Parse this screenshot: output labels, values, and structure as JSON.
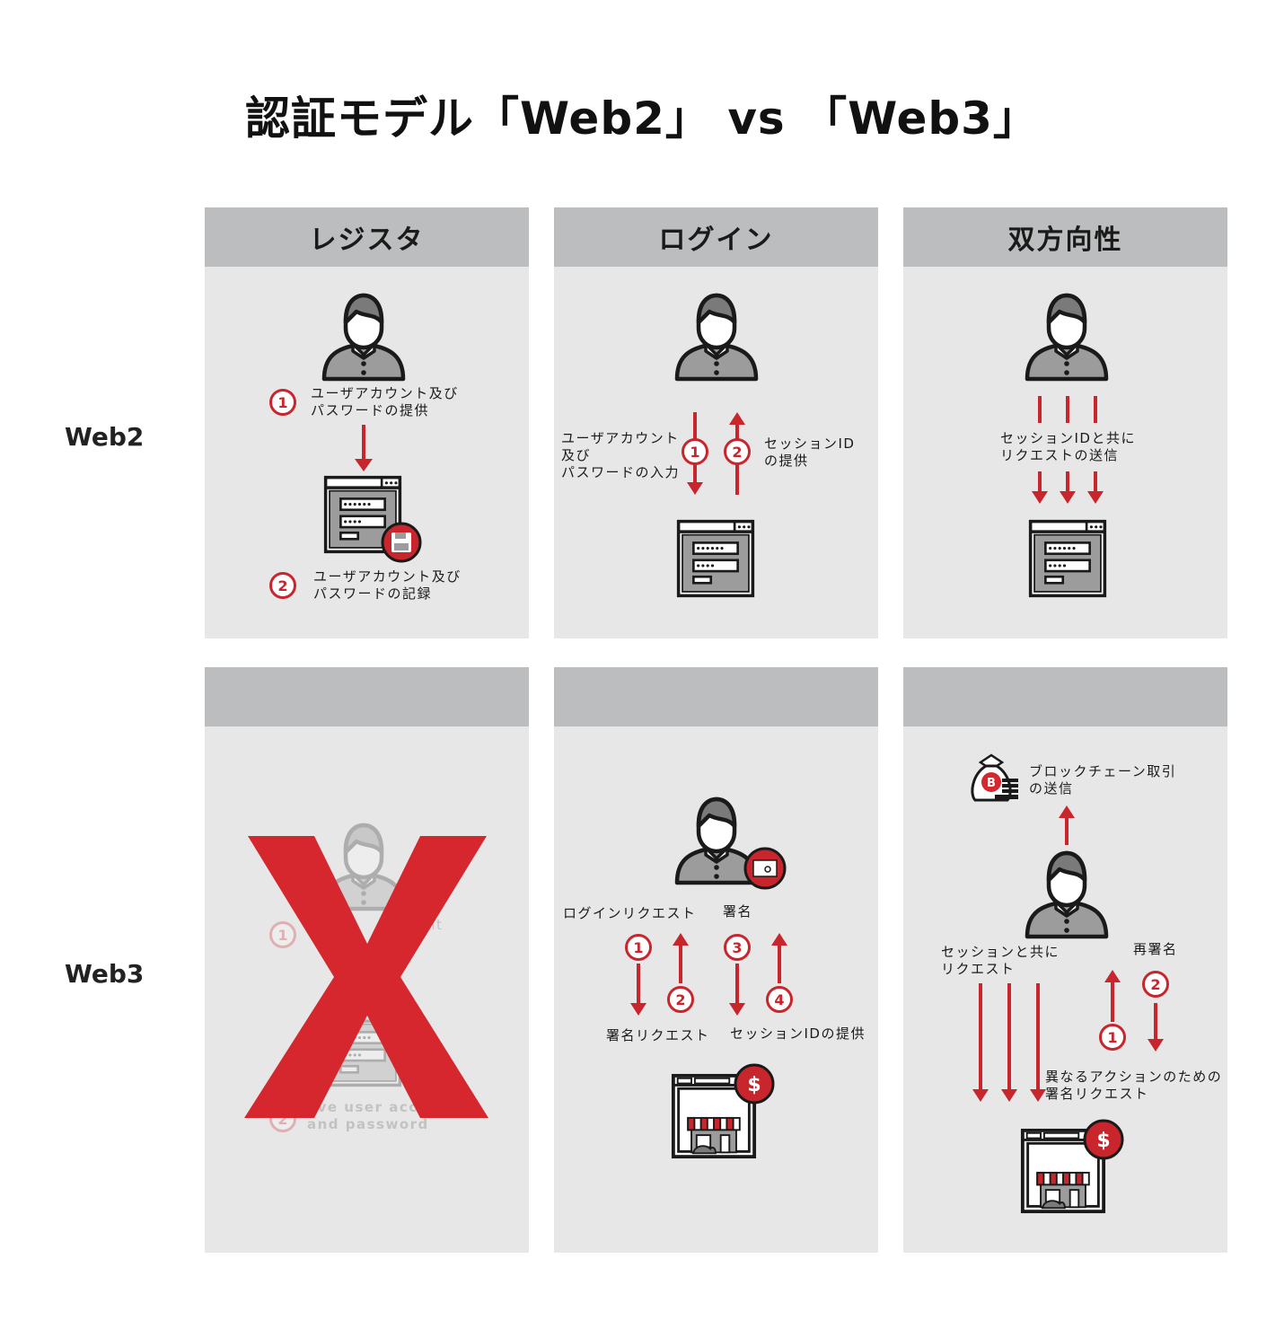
{
  "title": "認証モデル「Web2」 vs 「Web3」",
  "rows": [
    {
      "label": "Web2"
    },
    {
      "label": "Web3"
    }
  ],
  "columns": [
    {
      "header": "レジスタ"
    },
    {
      "header": "ログイン"
    },
    {
      "header": "双方向性"
    }
  ],
  "web2": {
    "register": {
      "step1_num": "1",
      "step1": "ユーザアカウント及び\nパスワードの提供",
      "step2_num": "2",
      "step2": "ユーザアカウント及び\nパスワードの記録",
      "icons": [
        "user-icon",
        "login-form-window-icon",
        "save-disk-icon",
        "arrow-down-icon"
      ]
    },
    "login": {
      "step1_num": "1",
      "step1": "ユーザアカウント\n及び\nパスワードの入力",
      "step2_num": "2",
      "step2": "セッションID\nの提供",
      "icons": [
        "user-icon",
        "login-form-window-icon",
        "arrow-down-icon",
        "arrow-up-icon"
      ]
    },
    "interaction": {
      "label": "セッションIDと共に\nリクエストの送信",
      "icons": [
        "user-icon",
        "login-form-window-icon",
        "arrow-down-icon"
      ]
    }
  },
  "web3": {
    "register": {
      "crossed_out": true,
      "faded_text_1": "unt",
      "faded_text_2": "ave user accou\nand password",
      "icons": [
        "red-x-icon",
        "user-icon"
      ]
    },
    "login": {
      "label_top_left": "ログインリクエスト",
      "label_top_right": "署名",
      "label_bottom_left": "署名リクエスト",
      "label_bottom_right": "セッションIDの提供",
      "nums": [
        "1",
        "2",
        "3",
        "4"
      ],
      "icons": [
        "user-icon",
        "wallet-badge-icon",
        "storefront-window-icon",
        "dollar-badge-icon"
      ]
    },
    "interaction": {
      "blockchain_label": "ブロックチェーン取引\nの送信",
      "session_label": "セッションと共に\nリクエスト",
      "resign_label": "再署名",
      "diff_action_label": "異なるアクションのための\n署名リクエスト",
      "nums": [
        "1",
        "2"
      ],
      "icons": [
        "bitcoin-moneybag-icon",
        "user-icon",
        "storefront-window-icon",
        "dollar-badge-icon"
      ]
    }
  },
  "colors": {
    "accent_red": "#c9252d",
    "cross_red": "#d6262e",
    "panel_bg": "#e7e7e8",
    "header_bg": "#bcbdbe"
  }
}
